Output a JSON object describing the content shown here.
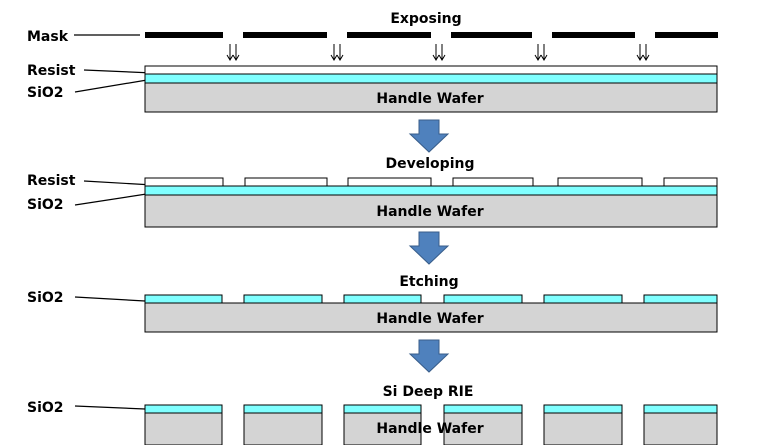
{
  "steps": {
    "exposing": "Exposing",
    "developing": "Developing",
    "etching": "Etching",
    "deep_rie": "Si Deep RIE"
  },
  "labels": {
    "mask": "Mask",
    "resist": "Resist",
    "sio2": "SiO2",
    "handle_wafer": "Handle Wafer"
  },
  "colors": {
    "sio2": "#80ffff",
    "wafer": "#d4d4d4",
    "resist": "#ffffff",
    "mask": "#000000",
    "arrow_fill": "#4f81bd",
    "arrow_stroke": "#385d8a"
  }
}
